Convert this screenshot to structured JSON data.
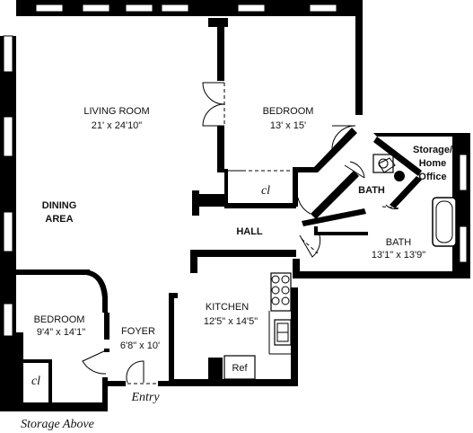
{
  "rooms": {
    "living_room": {
      "name": "LIVING ROOM",
      "size": "21' x 24'10\""
    },
    "bedroom_main": {
      "name": "BEDROOM",
      "size": "13' x 15'"
    },
    "storage_office": {
      "line1": "Storage/",
      "line2": "Home",
      "line3": "Office"
    },
    "bath_small": {
      "name": "BATH"
    },
    "bath_large": {
      "name": "BATH",
      "size": "13'1\" x 13'9\""
    },
    "dining": {
      "line1": "DINING",
      "line2": "AREA"
    },
    "hall": {
      "name": "HALL"
    },
    "kitchen": {
      "name": "KITCHEN",
      "size": "12'5\" x 14'5\""
    },
    "bedroom_small": {
      "name": "BEDROOM",
      "size": "9'4\" x 14'1\""
    },
    "foyer": {
      "name": "FOYER",
      "size": "6'8\" x 10'"
    }
  },
  "closets": {
    "main": "cl",
    "small": "cl"
  },
  "fixtures": {
    "ref": "Ref"
  },
  "labels": {
    "entry": "Entry",
    "storage_above": "Storage Above"
  }
}
